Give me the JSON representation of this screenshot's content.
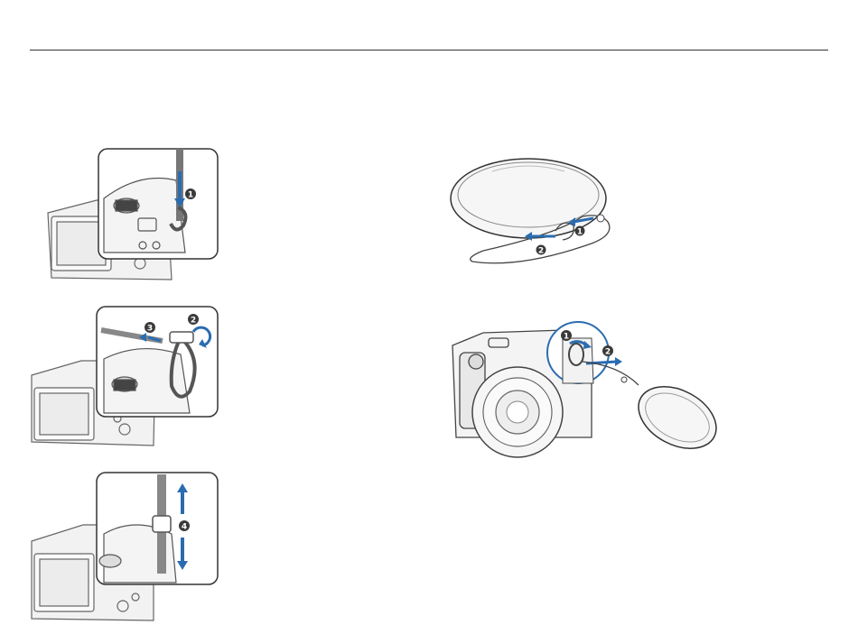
{
  "page": {
    "colors": {
      "accent_arrow": "#2b6cb0",
      "line": "#333333",
      "badge": "#3a3a3a"
    }
  },
  "left_figures": [
    {
      "step_badges": [
        "1"
      ]
    },
    {
      "step_badges": [
        "3",
        "2"
      ]
    },
    {
      "step_badges": [
        "4"
      ]
    }
  ],
  "right_figures": [
    {
      "step_badges": [
        "1",
        "2"
      ]
    },
    {
      "step_badges": [
        "1",
        "2"
      ]
    }
  ]
}
